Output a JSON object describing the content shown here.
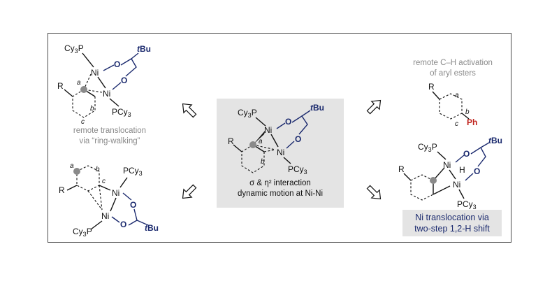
{
  "labels": {
    "cy3p": "Cy",
    "cy3p_sub": "3",
    "cy3p_p": "P",
    "pcy3": "PCy",
    "pcy3_sub": "3",
    "ni": "Ni",
    "o": "O",
    "tbu_t": "t",
    "tbu_bu": "Bu",
    "r": "R",
    "h": "H",
    "ph": "Ph",
    "pos_a": "a",
    "pos_b": "b",
    "pos_c": "c"
  },
  "captions": {
    "ring_walking_line1": "remote translocation",
    "ring_walking_line2": "via “ring-walking”",
    "center_line1": "σ & η² interaction",
    "center_line2": "dynamic motion at Ni-Ni",
    "activation_line1": "remote C–H activation",
    "activation_line2": "of aryl esters",
    "shift_line1": "Ni translocation via",
    "shift_line2": "two-step 1,2-H shift"
  },
  "colors": {
    "accent_blue": "#1b2a6e",
    "phenyl_red": "#c0221c",
    "marker_gray": "#8a8a8a",
    "box_gray": "#e4e4e4"
  }
}
